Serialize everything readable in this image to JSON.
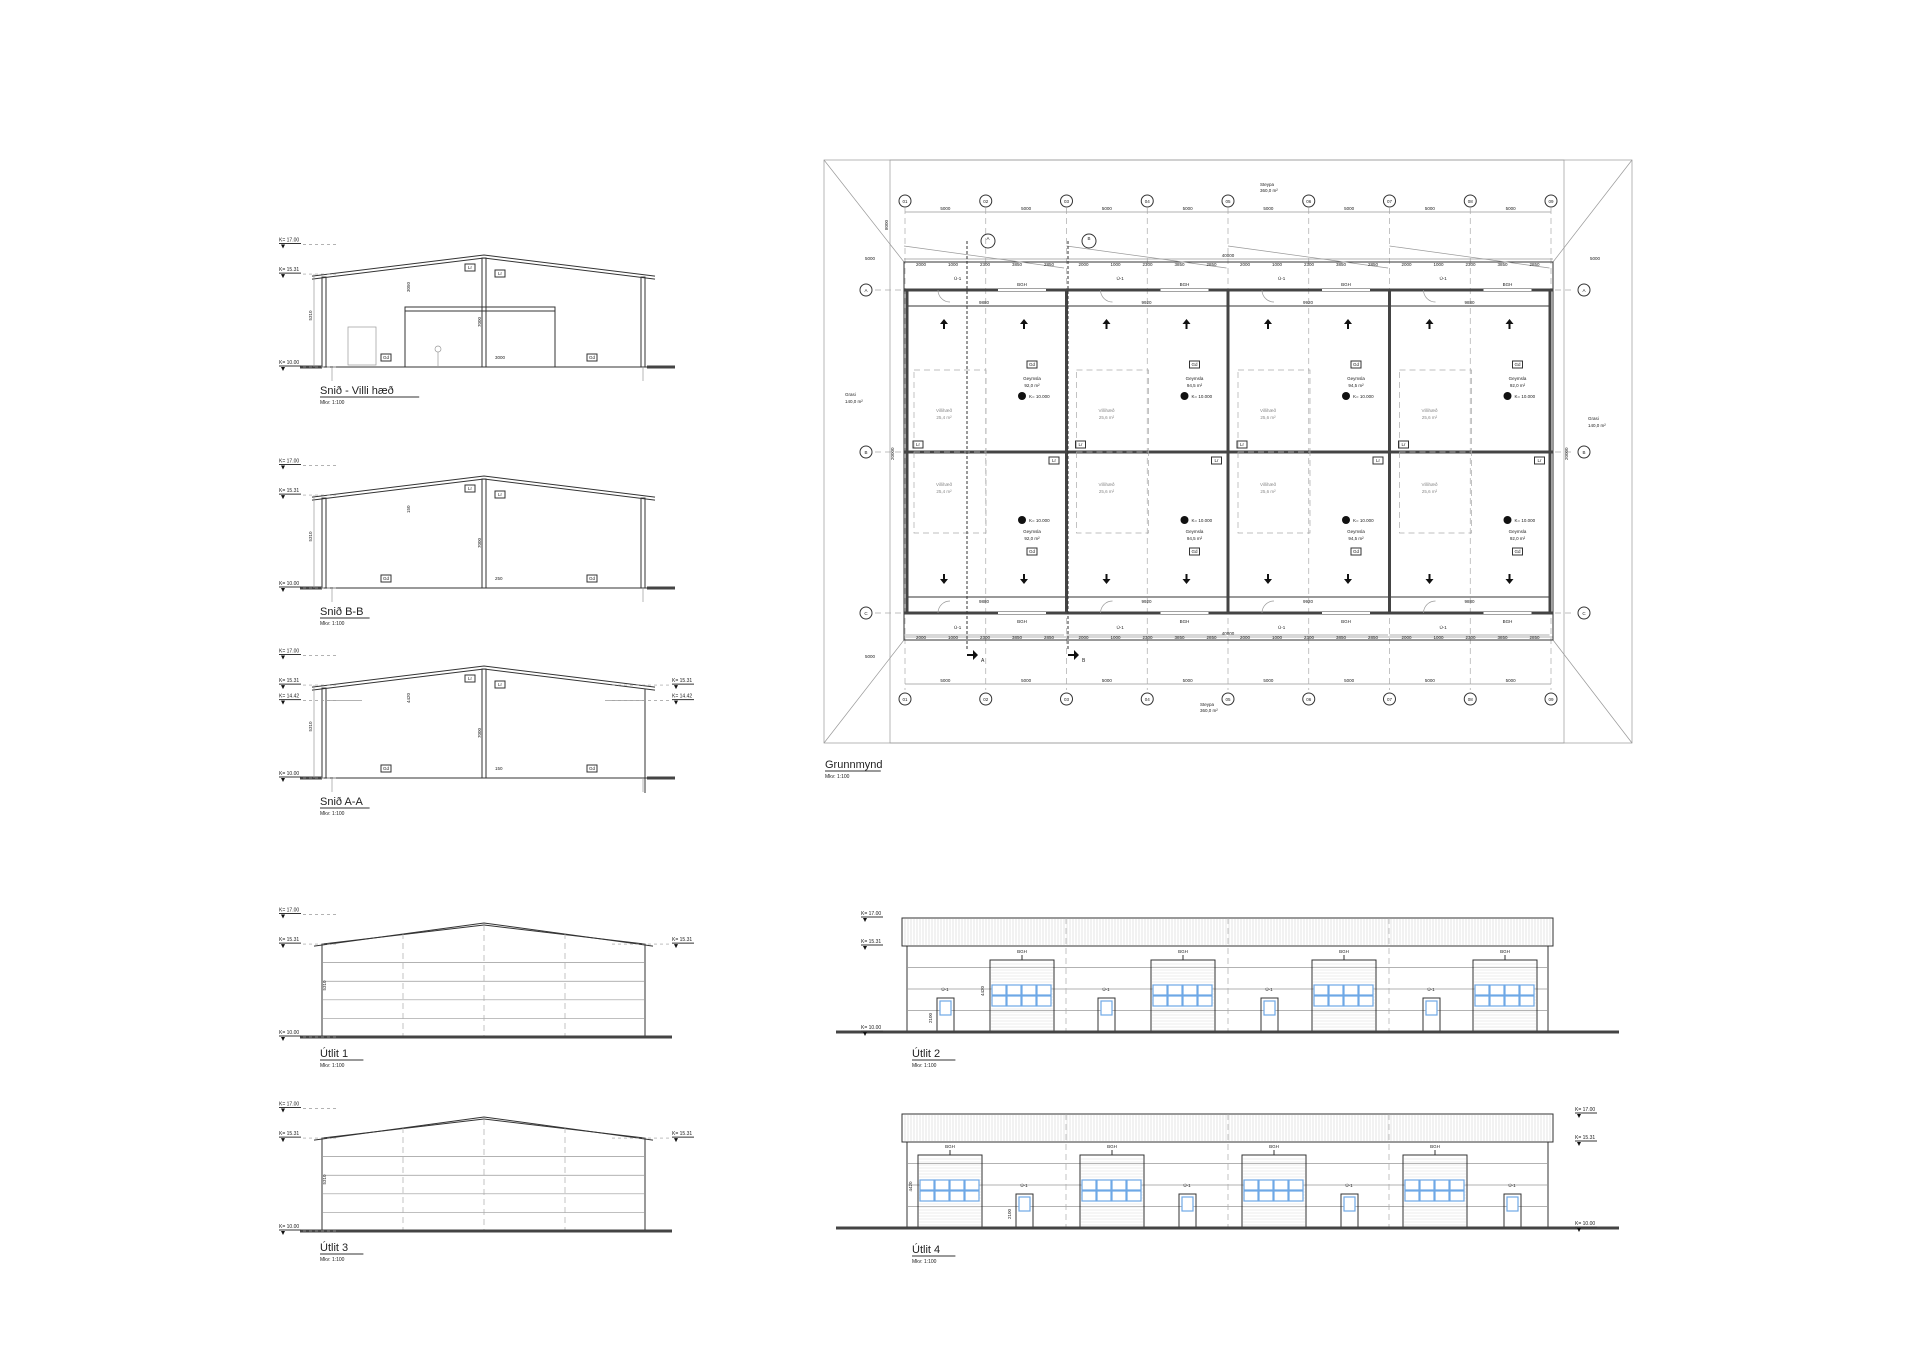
{
  "sections": [
    {
      "title": "Snið - Villi hæð",
      "scale": "Mkv: 1:100",
      "variant": "mezz",
      "levels_left": [
        "K= 17.00",
        "K= 15.31",
        "K= 10.00"
      ],
      "levels_right": [],
      "dims": [
        "5310",
        "7000",
        "3050",
        "3000"
      ],
      "tags": [
        "Lr",
        "Gd"
      ]
    },
    {
      "title": "Snið B-B",
      "scale": "Mkv: 1:100",
      "variant": "plain",
      "levels_left": [
        "K= 17.00",
        "K= 15.31",
        "K= 10.00"
      ],
      "levels_right": [],
      "dims": [
        "5310",
        "7000",
        "150",
        "250"
      ],
      "tags": [
        "Lr",
        "Gd"
      ]
    },
    {
      "title": "Snið A-A",
      "scale": "Mkv: 1:100",
      "variant": "open",
      "levels_left": [
        "K= 17.00",
        "K= 15.31",
        "K= 14.42",
        "K= 10.00"
      ],
      "levels_right": [
        "K= 15.31",
        "K= 14.42"
      ],
      "dims": [
        "5310",
        "7000",
        "4420",
        "150"
      ],
      "tags": [
        "Lr",
        "Gd"
      ]
    }
  ],
  "side_elevations": [
    {
      "title": "Útlit 1",
      "scale": "Mkv: 1:100",
      "levels_left": [
        "K= 17.00",
        "K= 15.31",
        "K= 10.00"
      ],
      "levels_right": [
        "K= 15.31"
      ],
      "dim": "5310"
    },
    {
      "title": "Útlit 3",
      "scale": "Mkv: 1:100",
      "levels_left": [
        "K= 17.00",
        "K= 15.31",
        "K= 10.00"
      ],
      "levels_right": [
        "K= 15.31"
      ],
      "dim": "5310"
    }
  ],
  "plan": {
    "title": "Grunnmynd",
    "scale": "Mkv: 1:100",
    "grid_cols": [
      "01",
      "02",
      "03",
      "04",
      "05",
      "06",
      "07",
      "08",
      "09"
    ],
    "grid_rows": [
      "A",
      "B",
      "C"
    ],
    "col_spacing": "5000",
    "total_length": "40000",
    "total_width": "20000",
    "margin": "5000",
    "margin_v": "8000",
    "concrete_top": {
      "label": "Steypa",
      "area": "360,0 m²"
    },
    "concrete_bottom": {
      "label": "Steypa",
      "area": "360,0 m²"
    },
    "grass_left": {
      "label": "Grasi",
      "area": "140,0 m²"
    },
    "grass_right": {
      "label": "Grasi",
      "area": "140,0 m²"
    },
    "door_label": "Ú-1",
    "gate_label": "BGH",
    "front_dims": [
      "2000",
      "1000",
      "2300",
      "3850",
      "2850"
    ],
    "unit_dims": [
      "9880",
      "9920",
      "9920",
      "9880"
    ],
    "section_markers": [
      "A",
      "B"
    ],
    "floor_level": "K= 10.000",
    "storage": [
      {
        "name": "Geymsla",
        "area": "92,0 m²"
      },
      {
        "name": "Geymsla",
        "area": "94,5 m²"
      },
      {
        "name": "Geymsla",
        "area": "94,5 m²"
      },
      {
        "name": "Geymsla",
        "area": "92,0 m²"
      }
    ],
    "mezzanine": [
      {
        "name": "Villihæð",
        "area": "25,4 m²"
      },
      {
        "name": "Villihæð",
        "area": "25,6 m²"
      },
      {
        "name": "Villihæð",
        "area": "25,6 m²"
      },
      {
        "name": "Villihæð",
        "area": "25,6 m²"
      }
    ],
    "tags": {
      "wall": "Lr",
      "floor": "Gd"
    }
  },
  "front_elevations": [
    {
      "title": "Útlit 2",
      "scale": "Mkv: 1:100",
      "levels": [
        "K= 17.00",
        "K= 15.31",
        "K= 10.00"
      ],
      "side": "left",
      "gate_label": "BGH",
      "door_label": "Ú-1",
      "gate_dim": "4420",
      "door_dim": "2100"
    },
    {
      "title": "Útlit 4",
      "scale": "Mkv: 1:100",
      "levels": [
        "K= 17.00",
        "K= 15.31",
        "K= 10.00"
      ],
      "side": "right",
      "gate_label": "BGH",
      "door_label": "Ú-1",
      "gate_dim": "4420",
      "door_dim": "2100"
    }
  ],
  "colors": {
    "line": "#333333",
    "glass": "#6fa8e6",
    "roof_fill": "#f4f4f4"
  }
}
